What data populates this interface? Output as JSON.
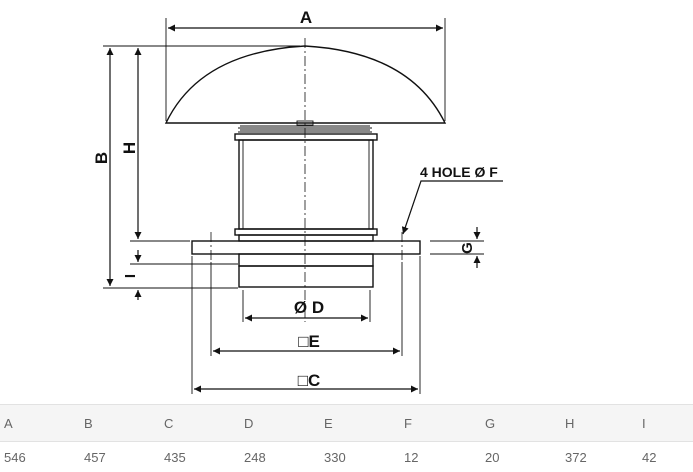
{
  "diagram": {
    "labels": {
      "A": "A",
      "B": "B",
      "H": "H",
      "I": "I",
      "G": "G",
      "D": "Ø D",
      "E": "□E",
      "C": "□C",
      "holes": "4 HOLE Ø F"
    }
  },
  "table": {
    "headers": [
      "A",
      "B",
      "C",
      "D",
      "E",
      "F",
      "G",
      "H",
      "I"
    ],
    "values": [
      "546",
      "457",
      "435",
      "248",
      "330",
      "12",
      "20",
      "372",
      "42"
    ]
  }
}
